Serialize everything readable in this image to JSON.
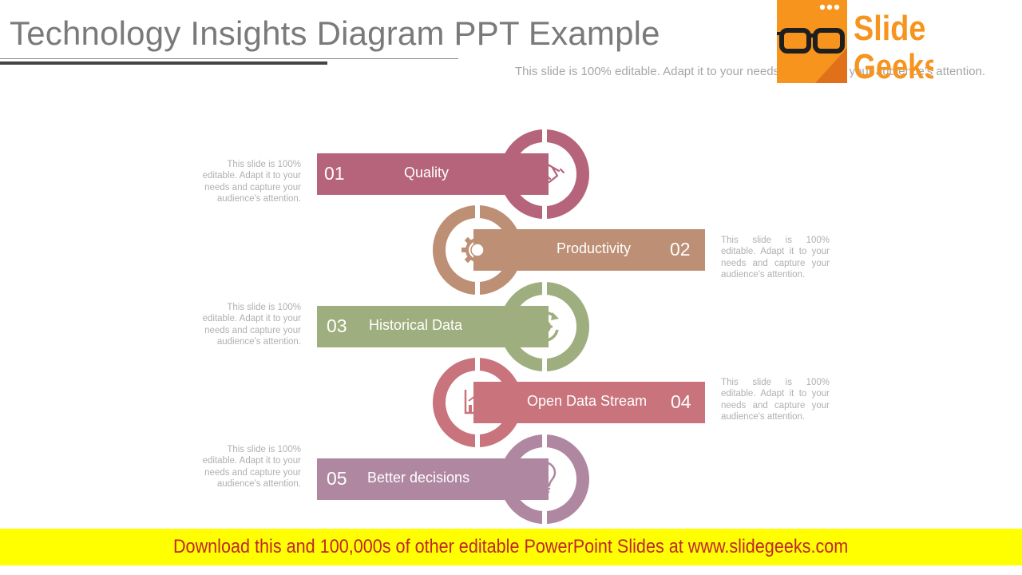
{
  "title": "Technology Insights Diagram PPT Example",
  "subtitle": "This slide is 100% editable. Adapt it to your needs and capture your audience's attention.",
  "logo": {
    "line1": "Slide",
    "line2": "Geeks",
    "icon": "glasses-icon"
  },
  "items": [
    {
      "number": "01",
      "label": "Quality",
      "icon": "handshake-icon",
      "color": "#b5647b",
      "description": "This slide is 100% editable. Adapt it to your needs and capture your audience's attention."
    },
    {
      "number": "02",
      "label": "Productivity",
      "icon": "gear-icon",
      "color": "#bd8f75",
      "description": "This slide is 100% editable. Adapt it to your needs and capture your audience's attention."
    },
    {
      "number": "03",
      "label": "Historical Data",
      "icon": "refresh-gear-icon",
      "color": "#9fae7e",
      "description": "This slide is 100% editable. Adapt it to your needs and capture your audience's attention."
    },
    {
      "number": "04",
      "label": "Open Data Stream",
      "icon": "bar-chart-icon",
      "color": "#c9737c",
      "description": "This slide is 100% editable. Adapt it to your needs and capture your audience's attention."
    },
    {
      "number": "05",
      "label": "Better decisions",
      "icon": "lightbulb-icon",
      "color": "#af87a1",
      "description": "This slide is 100% editable. Adapt it to your needs and capture your audience's attention."
    }
  ],
  "footer": {
    "text": "Download this and 100,000s of other editable PowerPoint Slides at www.slidegeeks.com",
    "color": "#c0262d"
  }
}
